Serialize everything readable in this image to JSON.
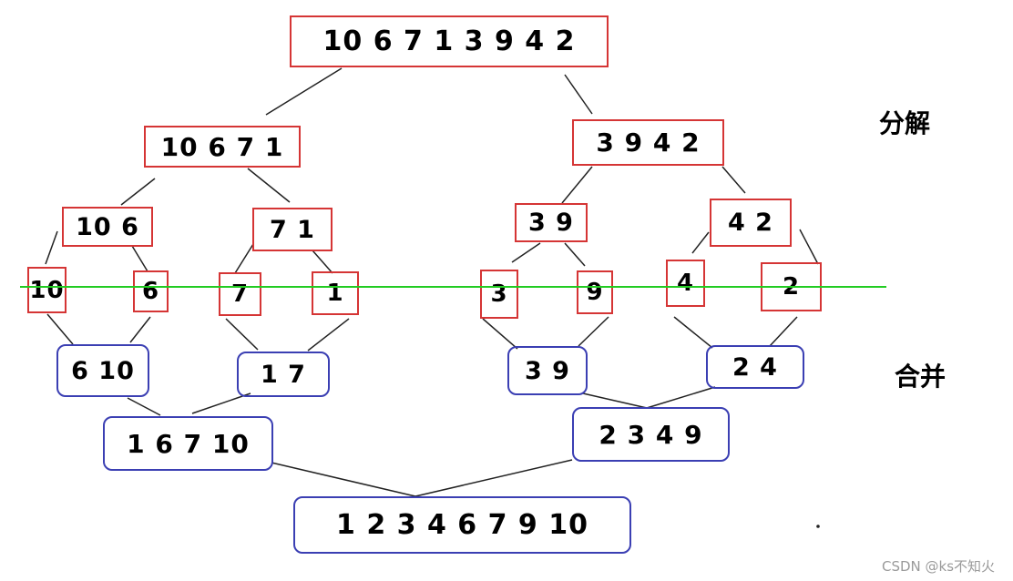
{
  "labels": {
    "decompose": "分解",
    "merge": "合并",
    "watermark": "CSDN @ks不知火"
  },
  "split_boxes": {
    "root": "10 6 7 1 3 9 4 2",
    "l1_left": "10 6 7 1",
    "l1_right": "3 9 4 2",
    "l2_a": "10 6",
    "l2_b": "7 1",
    "l2_c": "3 9",
    "l2_d": "4 2",
    "leaf_10": "10",
    "leaf_6": "6",
    "leaf_7": "7",
    "leaf_1": "1",
    "leaf_3": "3",
    "leaf_9": "9",
    "leaf_4": "4",
    "leaf_2": "2"
  },
  "merge_boxes": {
    "m1_a": "6 10",
    "m1_b": "1 7",
    "m1_c": "3 9",
    "m1_d": "2 4",
    "m2_left": "1 6 7 10",
    "m2_right": "2 3 4 9",
    "final": "1 2 3 4 6 7 9 10"
  },
  "colors": {
    "split_border": "#d53535",
    "merge_border": "#3b3fb3",
    "green_line": "#22cc22",
    "connector": "#222222"
  }
}
